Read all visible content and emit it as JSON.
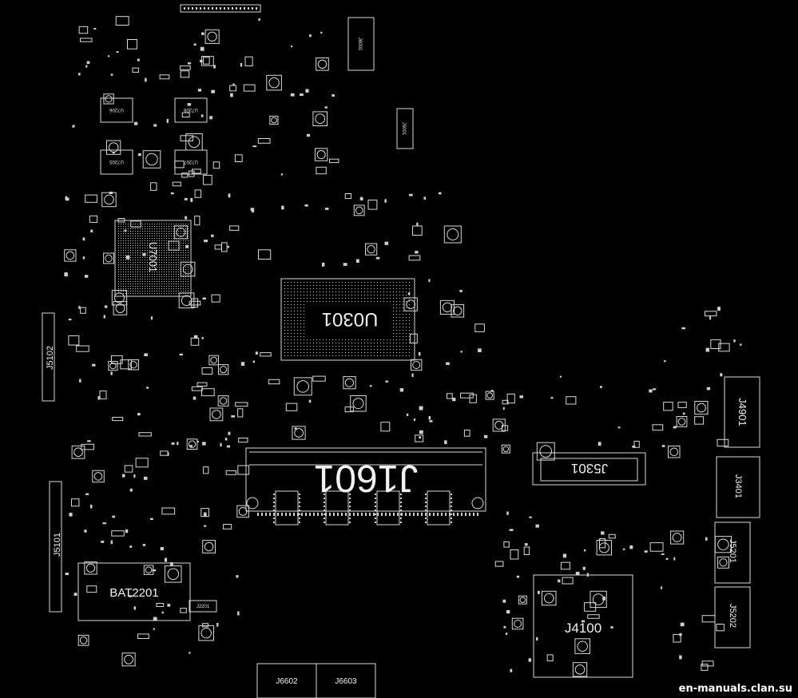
{
  "board": {
    "components": {
      "u0301": "U0301",
      "j1601": "J1601",
      "j5301": "J5301",
      "j4100": "J4100",
      "bat2201": "BAT2201",
      "j4901": "J4901",
      "j3401": "J3401",
      "j5201": "J5201",
      "j5202": "J5202",
      "j5102": "J5102",
      "j5101": "J5101",
      "j6602": "J6602",
      "j6603": "J6603",
      "u7001": "U7001",
      "u7206": "U7206",
      "u7208": "U7208",
      "u7205": "U7205",
      "u7207": "U7207",
      "j6001": "J6001",
      "j5001": "J5001",
      "j2201": "J2201"
    }
  },
  "watermark": "en-manuals.clan.su",
  "colors": {
    "background": "#000000",
    "silkscreen": "#d8d8d8"
  }
}
